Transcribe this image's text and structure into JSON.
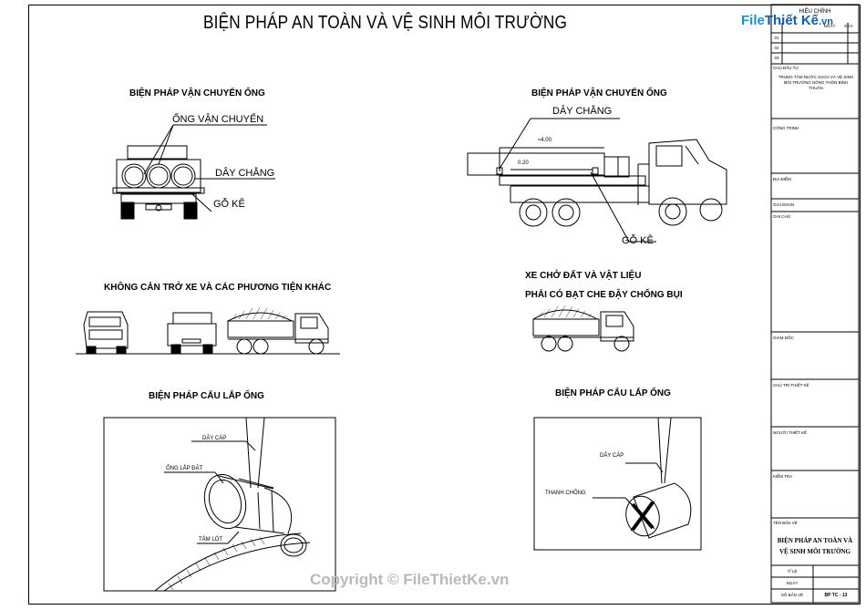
{
  "sheet_title": "BIỆN PHÁP AN TOÀN VÀ VỆ SINH MÔI TRƯỜNG",
  "sections": {
    "transport_front": {
      "title": "BIỆN PHÁP VẬN CHUYỂN ỐNG",
      "labels": {
        "pipe": "ỐNG VẬN CHUYỂN",
        "strap": "DÂY CHẰNG",
        "block": "GỖ KÊ"
      }
    },
    "transport_side": {
      "title": "BIỆN PHÁP VẬN CHUYỂN ỐNG",
      "labels": {
        "strap": "DÂY CHẰNG",
        "block": "GỖ KÊ",
        "dim_top": "≈4.00",
        "dim_low": "0.20"
      }
    },
    "traffic": {
      "title": "KHÔNG CẢN TRỞ XE VÀ CÁC PHƯƠNG TIỆN KHÁC"
    },
    "soil_truck": {
      "line1": "XE CHỞ ĐẤT VÀ VẬT LIỆU",
      "line2": "PHẢI CÓ BẠT CHE ĐẬY CHỐNG BỤI"
    },
    "crane_left": {
      "title": "BIỆN PHÁP CẨU LẮP ỐNG",
      "labels": {
        "cable": "DÂY CÁP",
        "pipe": "ỐNG LẮP ĐẶT",
        "pad": "TẤM LÓT"
      }
    },
    "crane_right": {
      "title": "BIỆN PHÁP CẨU LẮP ỐNG",
      "labels": {
        "cable": "DÂY CÁP",
        "brace": "THANH CHỐNG"
      }
    }
  },
  "title_block": {
    "revision_header": "HIỆU CHỈNH",
    "rev_rows": [
      "01",
      "02",
      "03"
    ],
    "date_label": "NGÀY",
    "content_label": "SỬA",
    "owner_label": "CHỦ ĐẦU TƯ",
    "owner_value": "TRUNG TÂM NƯỚC SẠCH VÀ VỆ SINH MÔI TRƯỜNG NÔNG THÔN BÌNH THUẬN",
    "project_label": "CÔNG TRÌNH",
    "location_label": "ĐỊA ĐIỂM",
    "phase_label": "GIAI ĐOẠN",
    "notes_label": "GHI CHÚ",
    "approval_label": "GIÁM ĐỐC",
    "chief_label": "CHỦ TRÌ THIẾT KẾ",
    "designer_label": "NGƯỜI THIẾT KẾ",
    "checker_label": "KIỂM TRA",
    "drawing_name_label": "TÊN BẢN VẼ",
    "drawing_name_line1": "BIỆN PHÁP AN TOÀN VÀ",
    "drawing_name_line2": "VỆ SINH MÔI TRƯỜNG",
    "scale_label": "TỈ LỆ",
    "date_row_label": "NGÀY",
    "sheet_no_label": "SỐ BẢN VẼ",
    "sheet_no_value": "BP TC - 13"
  },
  "logo": {
    "part1": "File",
    "part2": "Thiết Kế",
    "part3": ".vn"
  },
  "watermark": "Copyright © FileThietKe.vn"
}
